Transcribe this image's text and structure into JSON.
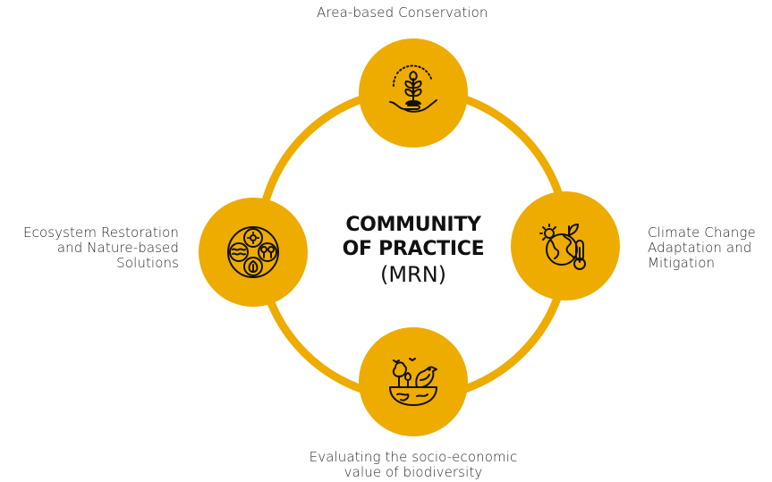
{
  "center": {
    "line1": "COMMUNITY",
    "line2": "OF PRACTICE",
    "line3": "(MRN)"
  },
  "nodes": {
    "top": {
      "label": "Area-based Conservation",
      "icon": "plant-in-hand-icon"
    },
    "right": {
      "label_lines": [
        "Climate Change",
        "Adaptation and",
        "Mitigation"
      ],
      "icon": "earth-thermometer-icon"
    },
    "bottom": {
      "label_lines": [
        "Evaluating the socio-economic",
        "value of biodiversity"
      ],
      "icon": "bird-tree-bowl-icon"
    },
    "left": {
      "label_lines": [
        "Ecosystem Restoration",
        "and Nature-based",
        "Solutions"
      ],
      "icon": "ecosystem-elements-icon"
    }
  },
  "colors": {
    "accent": "#eeab00",
    "text": "#2b2b2b",
    "title": "#111111"
  }
}
